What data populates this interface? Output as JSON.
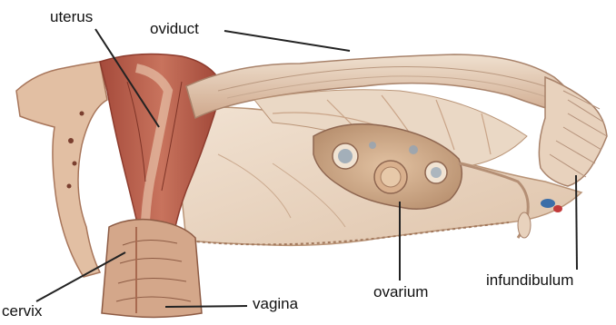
{
  "labels": {
    "uterus": "uterus",
    "oviduct": "oviduct",
    "cervix": "cervix",
    "vagina": "vagina",
    "ovarium": "ovarium",
    "infundibulum": "infundibulum"
  },
  "colors": {
    "tissue_light": "#e9d3bd",
    "tissue_mid": "#d9b59a",
    "tissue_dark": "#b77e63",
    "muscle_red": "#b85a4a",
    "leader_line": "#222222"
  }
}
